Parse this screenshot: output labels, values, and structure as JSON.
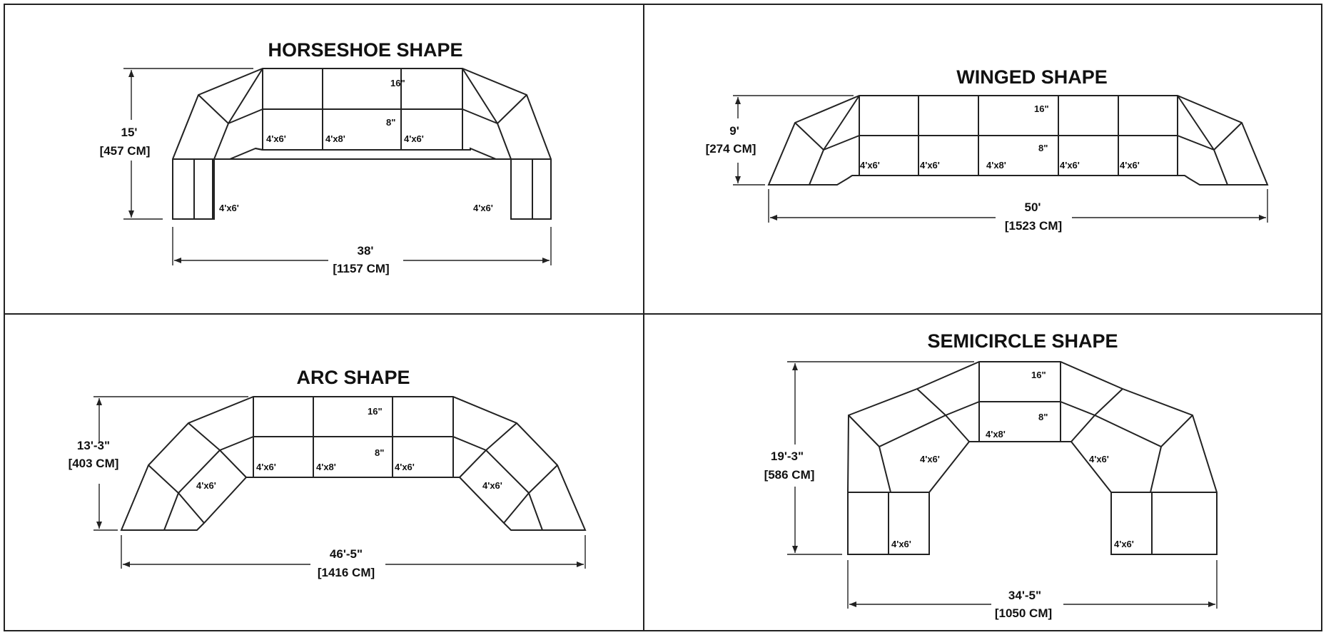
{
  "panels": [
    {
      "id": "horseshoe",
      "title": "HORSESHOE SHAPE",
      "step_labels": [
        "16\"",
        "8\""
      ],
      "module_labels": [
        "4'x6'",
        "4'x8'",
        "4'x6'",
        "4'x6'",
        "4'x6'"
      ],
      "height_dim": [
        "15'",
        "[457 CM]"
      ],
      "width_dim": [
        "38'",
        "[1157 CM]"
      ]
    },
    {
      "id": "winged",
      "title": "WINGED SHAPE",
      "step_labels": [
        "16\"",
        "8\""
      ],
      "module_labels": [
        "4'x6'",
        "4'x6'",
        "4'x8'",
        "4'x6'",
        "4'x6'"
      ],
      "height_dim": [
        "9'",
        "[274 CM]"
      ],
      "width_dim": [
        "50'",
        "[1523 CM]"
      ]
    },
    {
      "id": "arc",
      "title": "ARC SHAPE",
      "step_labels": [
        "16\"",
        "8\""
      ],
      "module_labels": [
        "4'x6'",
        "4'x6'",
        "4'x8'",
        "4'x6'",
        "4'x6'"
      ],
      "height_dim": [
        "13'-3\"",
        "[403 CM]"
      ],
      "width_dim": [
        "46'-5\"",
        "[1416 CM]"
      ]
    },
    {
      "id": "semicircle",
      "title": "SEMICIRCLE SHAPE",
      "step_labels": [
        "16\"",
        "8\""
      ],
      "module_labels": [
        "4'x8'",
        "4'x6'",
        "4'x6'",
        "4'x6'",
        "4'x6'"
      ],
      "height_dim": [
        "19'-3\"",
        "[586 CM]"
      ],
      "width_dim": [
        "34'-5\"",
        "[1050 CM]"
      ]
    }
  ]
}
